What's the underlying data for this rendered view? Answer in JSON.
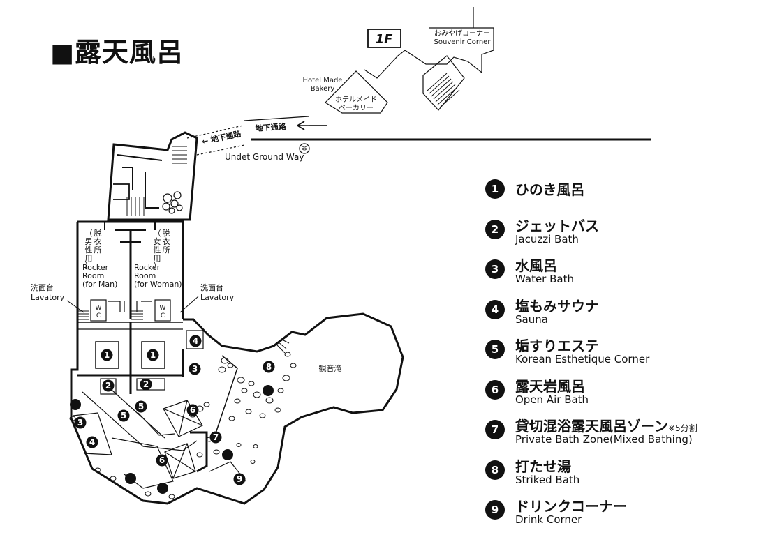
{
  "title": {
    "square": "■",
    "text": "露天風呂"
  },
  "floor_label": "1F",
  "labels": {
    "souvenir_jp": "おみやげコーナー",
    "souvenir_en": "Souvenir Corner",
    "bakery_en_1": "Hotel Made",
    "bakery_en_2": "Bakery",
    "bakery_jp_1": "ホテルメイド",
    "bakery_jp_2": "ベーカリー",
    "underground_left": "← 地下通路",
    "underground_right": "地下通路",
    "underground_en": "Undet Ground Way",
    "emergency_mark": "非",
    "locker_man_jp": [
      "脱",
      "衣",
      "所",
      "（",
      "男",
      "性",
      "用",
      "）"
    ],
    "locker_woman_jp": [
      "脱",
      "衣",
      "所",
      "（",
      "女",
      "性",
      "用",
      "）"
    ],
    "locker_man_en": [
      "Rocker",
      "Room",
      "(for Man)"
    ],
    "locker_woman_en": [
      "Rocker",
      "Room",
      "(for Woman)"
    ],
    "lavatory_jp": "洗面台",
    "lavatory_en": "Lavatory",
    "wc_w": "W",
    "wc_c": "C",
    "waterfall": "観音滝"
  },
  "markers": [
    "1",
    "2",
    "3",
    "4",
    "5",
    "6",
    "7",
    "8",
    "9"
  ],
  "legend": [
    {
      "num": "1",
      "jp": "ひのき風呂",
      "en": ""
    },
    {
      "num": "2",
      "jp": "ジェットバス",
      "en": "Jacuzzi Bath"
    },
    {
      "num": "3",
      "jp": "水風呂",
      "en": "Water Bath"
    },
    {
      "num": "4",
      "jp": "塩もみサウナ",
      "en": "Sauna"
    },
    {
      "num": "5",
      "jp": "垢すりエステ",
      "en": "Korean Esthetique Corner"
    },
    {
      "num": "6",
      "jp": "露天岩風呂",
      "en": "Open Air Bath"
    },
    {
      "num": "7",
      "jp": "貸切混浴露天風呂ゾーン",
      "note": "※5分割",
      "en": "Private Bath Zone(Mixed Bathing)"
    },
    {
      "num": "8",
      "jp": "打たせ湯",
      "en": "Striked Bath"
    },
    {
      "num": "9",
      "jp": "ドリンクコーナー",
      "en": "Drink Corner"
    }
  ]
}
